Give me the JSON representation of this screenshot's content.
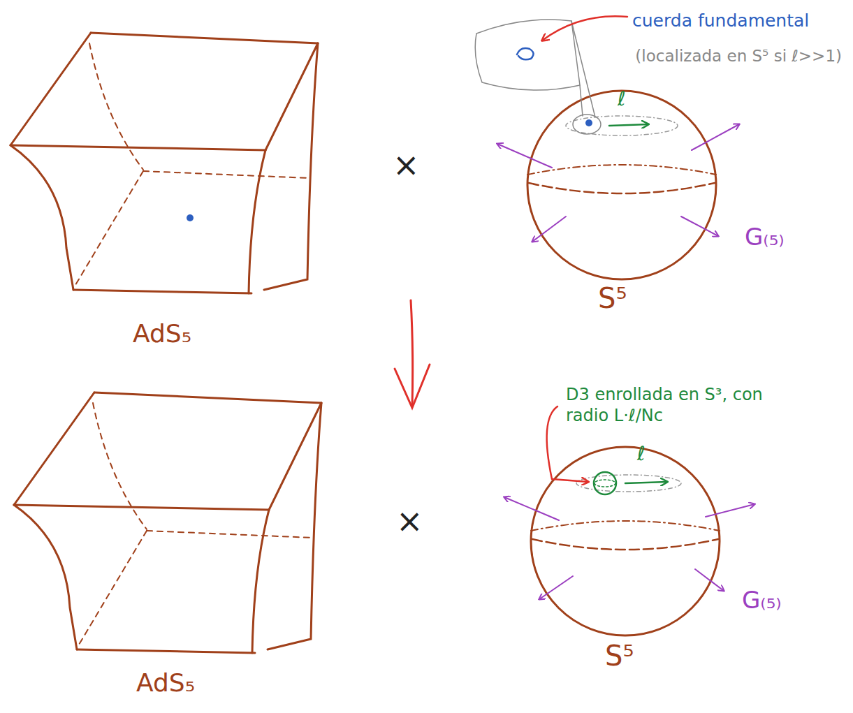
{
  "diagram": {
    "labels": [
      "AdS₅",
      "×",
      "cuerda fundamental",
      "(localizada en S⁵ si ℓ>>1)",
      "ℓ",
      "G₍₅₎",
      "S⁵",
      "AdS₅",
      "×",
      "D3 enrollada en S³, con radio L·ℓ/Nc",
      "ℓ",
      "G₍₅₎",
      "S⁵"
    ]
  }
}
